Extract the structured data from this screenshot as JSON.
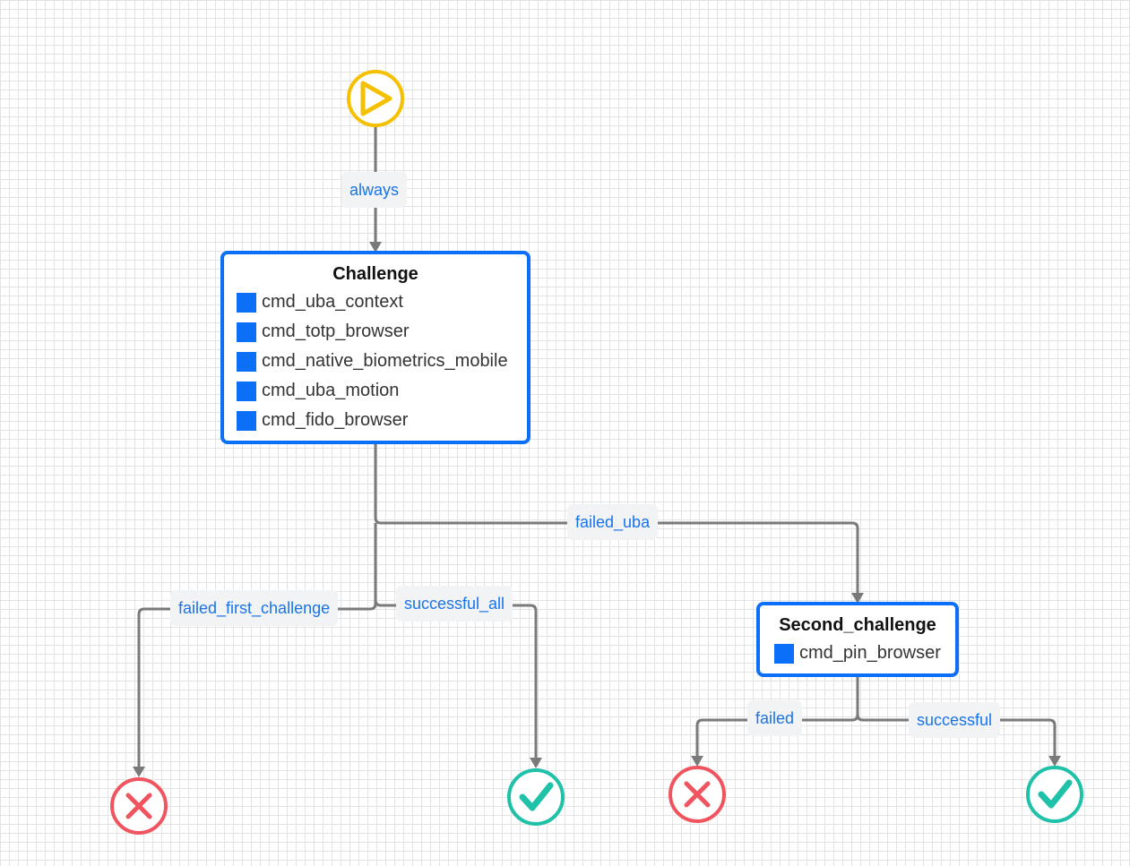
{
  "colors": {
    "start": "#f5c000",
    "failure": "#f0555f",
    "success": "#1fc1a8",
    "node_border": "#0c6ff7",
    "connector": "#7a7a7a",
    "label_text": "#1a73e8"
  },
  "start_node": {
    "icon": "play-icon"
  },
  "nodes": {
    "challenge": {
      "title": "Challenge",
      "commands": [
        "cmd_uba_context",
        "cmd_totp_browser",
        "cmd_native_biometrics_mobile",
        "cmd_uba_motion",
        "cmd_fido_browser"
      ]
    },
    "second_challenge": {
      "title": "Second_challenge",
      "commands": [
        "cmd_pin_browser"
      ]
    }
  },
  "edges": {
    "always": "always",
    "failed_uba": "failed_uba",
    "failed_first_challenge": "failed_first_challenge",
    "successful_all": "successful_all",
    "failed": "failed",
    "successful": "successful"
  },
  "end_nodes": {
    "failure_icon": "x-icon",
    "success_icon": "check-icon"
  }
}
